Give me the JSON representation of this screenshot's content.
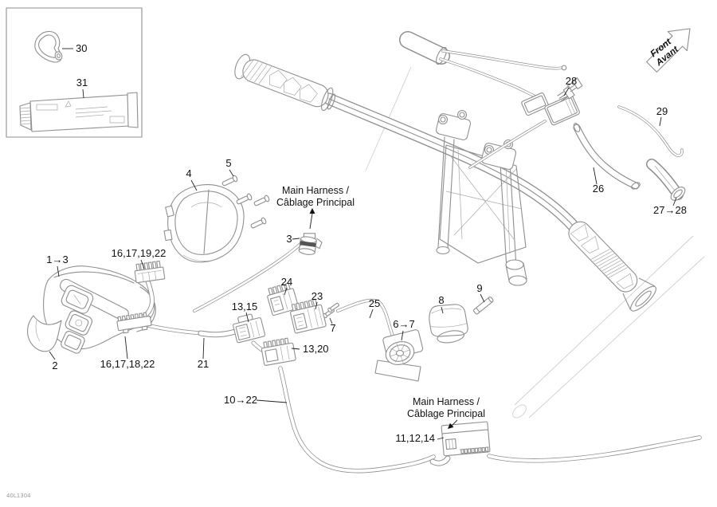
{
  "footer": {
    "code": "40L1304"
  },
  "front_arrow": {
    "l1": "Front",
    "l2": "Avant"
  },
  "notes": {
    "main_harness_upper_l1": "Main Harness /",
    "main_harness_upper_l2": "Câblage Principal",
    "main_harness_lower_l1": "Main Harness /",
    "main_harness_lower_l2": "Câblage Principal"
  },
  "callouts": {
    "n30": "30",
    "n31": "31",
    "n4": "4",
    "n5": "5",
    "n3": "3",
    "n1_3": "1→3",
    "n2": "2",
    "n16171922": "16,17,19,22",
    "n16171822": "16,17,18,22",
    "n21": "21",
    "n13_15": "13,15",
    "n13_20": "13,20",
    "n24": "24",
    "n23": "23",
    "n7": "7",
    "n25": "25",
    "n6_7": "6→7",
    "n8": "8",
    "n9": "9",
    "n10_22": "10→22",
    "n11_12_14": "11,12,14",
    "n26": "26",
    "n27_28": "27→28",
    "n28": "28",
    "n29": "29"
  }
}
